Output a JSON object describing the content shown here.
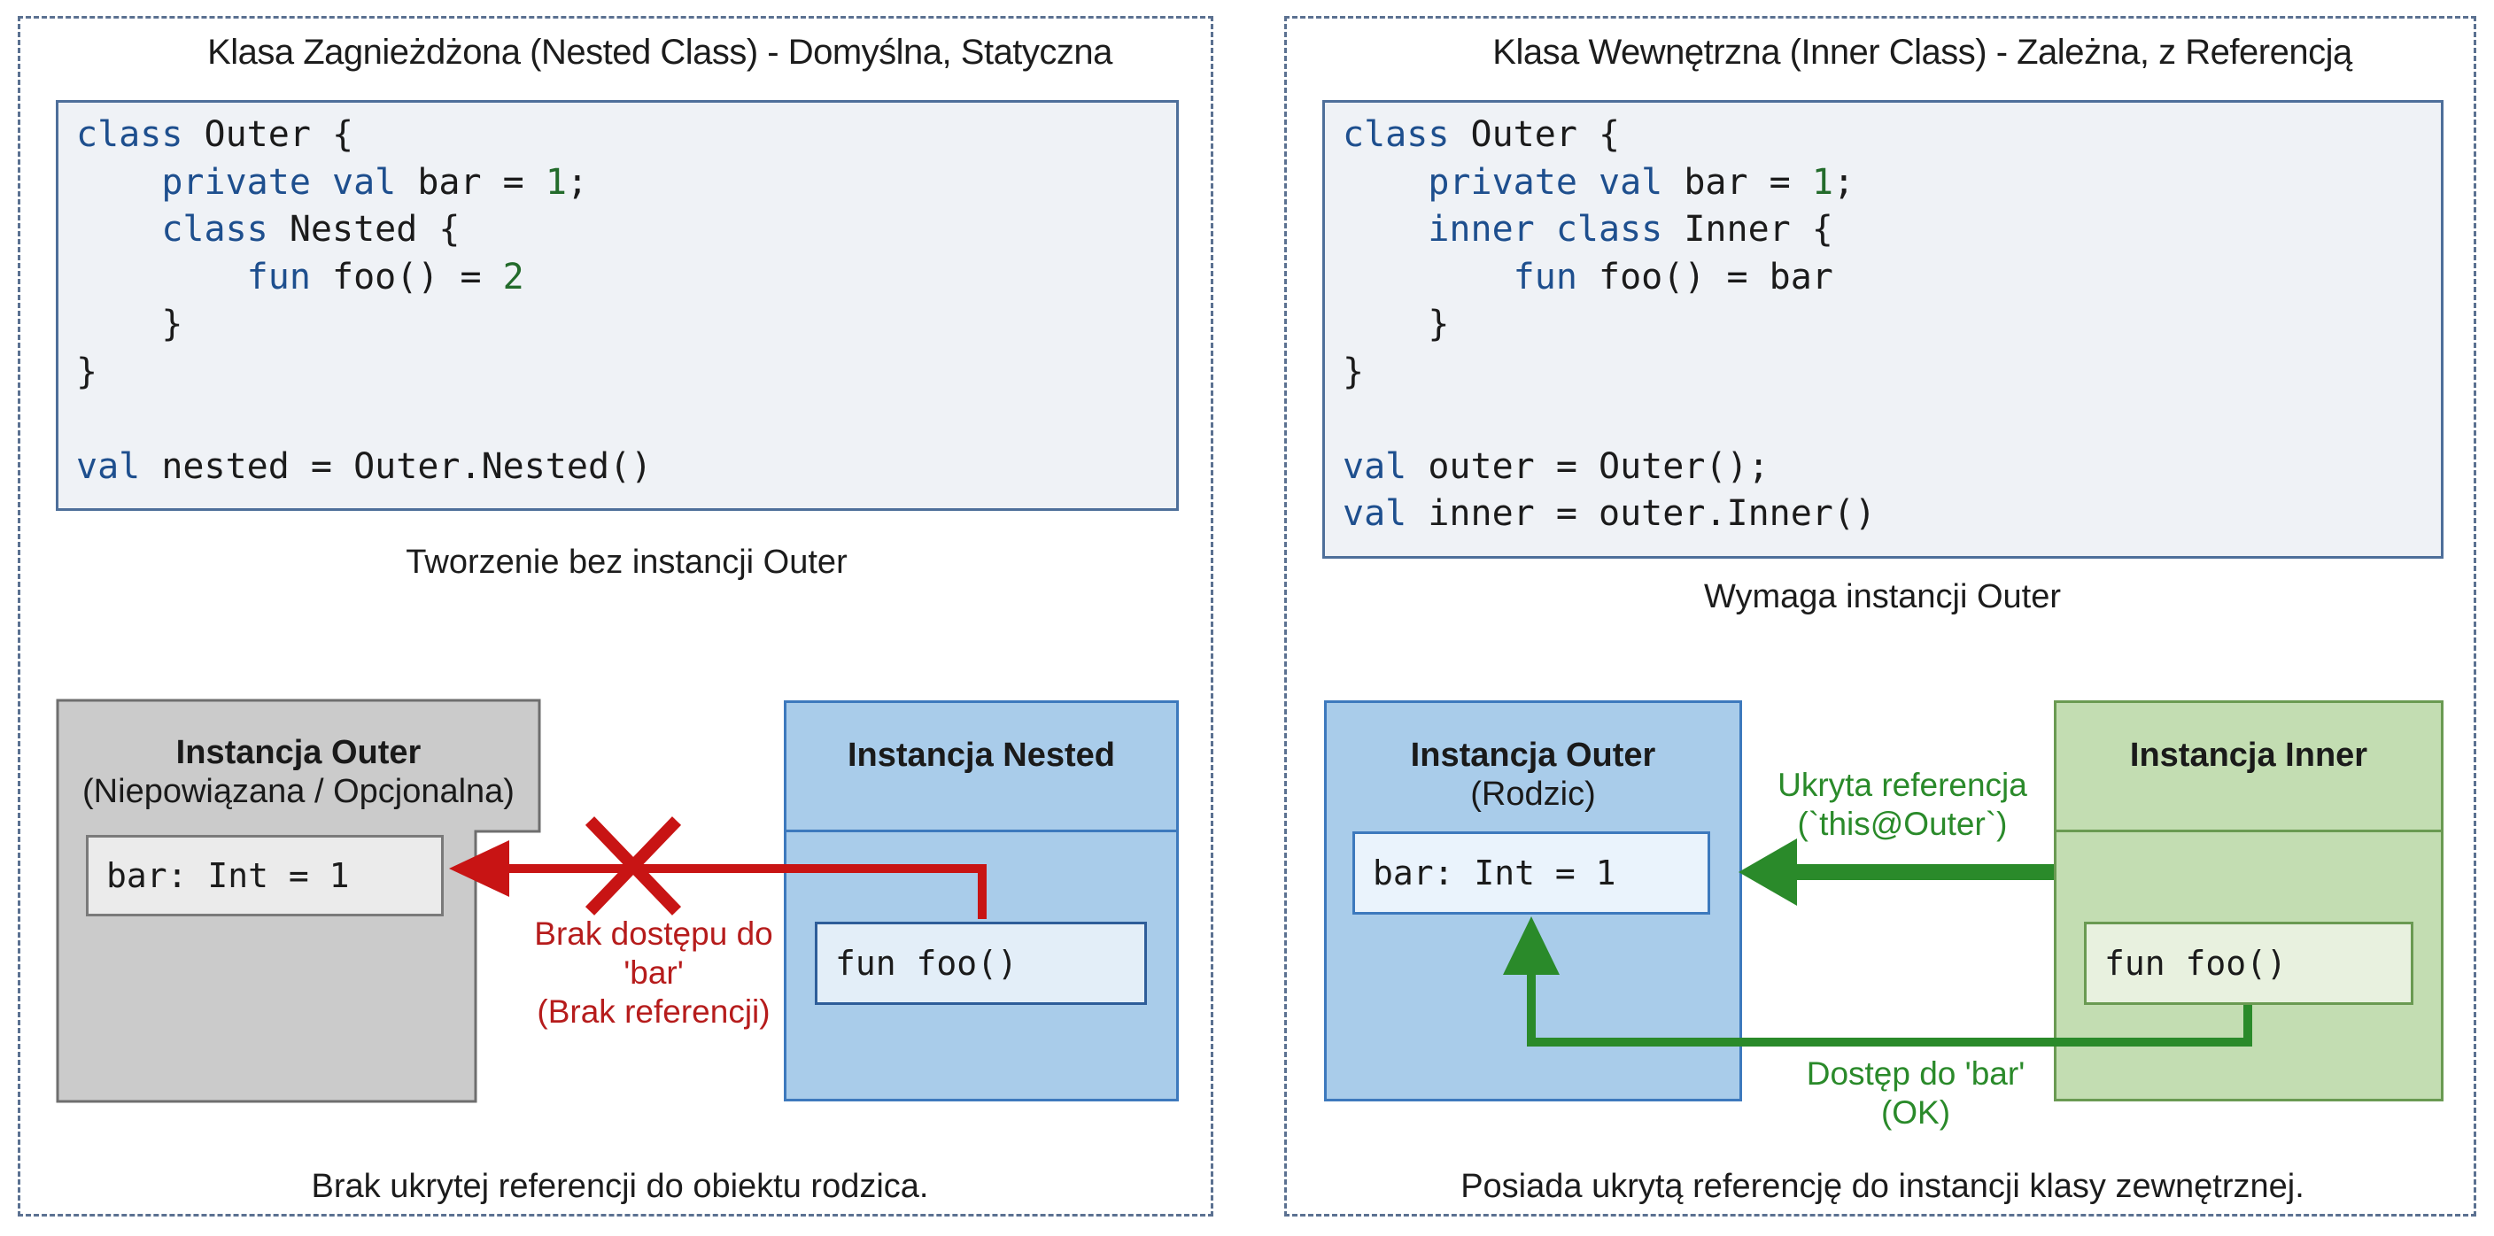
{
  "left": {
    "title": "Klasa Zagnieżdżona (Nested Class) - Domyślna, Statyczna",
    "code": {
      "line1": {
        "kw": "class",
        "rest": " Outer {"
      },
      "line2": {
        "kw": "private val",
        "rest": " bar = ",
        "num": "1",
        "tail": ";"
      },
      "line3": {
        "kw": "class",
        "rest": " Nested {"
      },
      "line4": {
        "kw": "fun",
        "rest": " foo() = ",
        "num": "2"
      },
      "line5": "}",
      "line6": "}",
      "line8": {
        "kw": "val",
        "rest": " nested = Outer.Nested()"
      }
    },
    "caption_top": "Tworzenie bez instancji Outer",
    "outer_title": "Instancja Outer",
    "outer_subtitle": "(Niepowiązana / Opcjonalna)",
    "outer_field": "bar: Int = 1",
    "nested_title": "Instancja Nested",
    "nested_method": "fun foo()",
    "no_access_line1": "Brak dostępu do",
    "no_access_line2": "'bar'",
    "no_access_line3": "(Brak referencji)",
    "caption_bottom": "Brak ukrytej referencji do obiektu rodzica."
  },
  "right": {
    "title": "Klasa Wewnętrzna (Inner Class) - Zależna, z Referencją",
    "code": {
      "line1": {
        "kw": "class",
        "rest": " Outer {"
      },
      "line2": {
        "kw": "private val",
        "rest": " bar = ",
        "num": "1",
        "tail": ";"
      },
      "line3": {
        "kw": "inner class",
        "rest": " Inner {"
      },
      "line4": {
        "kw": "fun",
        "rest": " foo() = bar"
      },
      "line5": "}",
      "line6": "}",
      "line8": {
        "kw": "val",
        "rest": " outer = Outer();"
      },
      "line9": {
        "kw": "val",
        "rest": " inner = outer.Inner()"
      }
    },
    "caption_top": "Wymaga instancji Outer",
    "outer_title": "Instancja Outer",
    "outer_subtitle": "(Rodzic)",
    "outer_field": "bar: Int = 1",
    "inner_title": "Instancja Inner",
    "inner_method": "fun foo()",
    "hidden_ref_line1": "Ukryta referencja",
    "hidden_ref_line2": "(`this@Outer`)",
    "access_line1": "Dostęp do 'bar'",
    "access_line2": "(OK)",
    "caption_bottom": "Posiada ukrytą referencję do instancji klasy zewnętrznej."
  },
  "colors": {
    "no_access_arrow": "#c81414",
    "access_arrow": "#2a8a2a",
    "nested_box": "#a9ccea",
    "inner_box": "#c3ddb2",
    "outer_unrelated_box": "#cbcbcb"
  }
}
